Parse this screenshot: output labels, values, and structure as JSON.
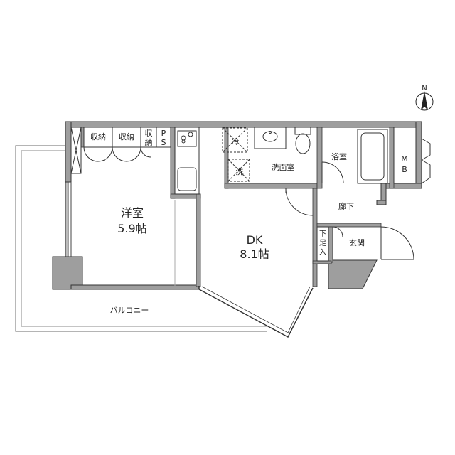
{
  "compass": {
    "north_label": "N"
  },
  "rooms": {
    "western_room": {
      "name": "洋室",
      "size": "5.9帖"
    },
    "dk": {
      "name": "DK",
      "size": "8.1帖"
    },
    "washroom": {
      "name": "洗面室"
    },
    "bathroom": {
      "name": "浴室"
    },
    "hallway": {
      "name": "廊下"
    },
    "entrance": {
      "name": "玄関"
    },
    "balcony": {
      "name": "バルコニー"
    }
  },
  "storage": {
    "closet_1": "収納",
    "closet_2": "収納",
    "closet_3_top": "収",
    "closet_3_bottom": "納",
    "ps_top": "P",
    "ps_bottom": "S",
    "mb_top": "M",
    "mb_bottom": "B",
    "shoe_1": "下",
    "shoe_2": "足",
    "shoe_3": "入"
  },
  "fixtures": {
    "fridge_space": "冷",
    "washer_space": "洗"
  },
  "colors": {
    "wall_gray": "#9e9e9e",
    "wall_outline": "#333333",
    "balcony_line": "#888888"
  }
}
